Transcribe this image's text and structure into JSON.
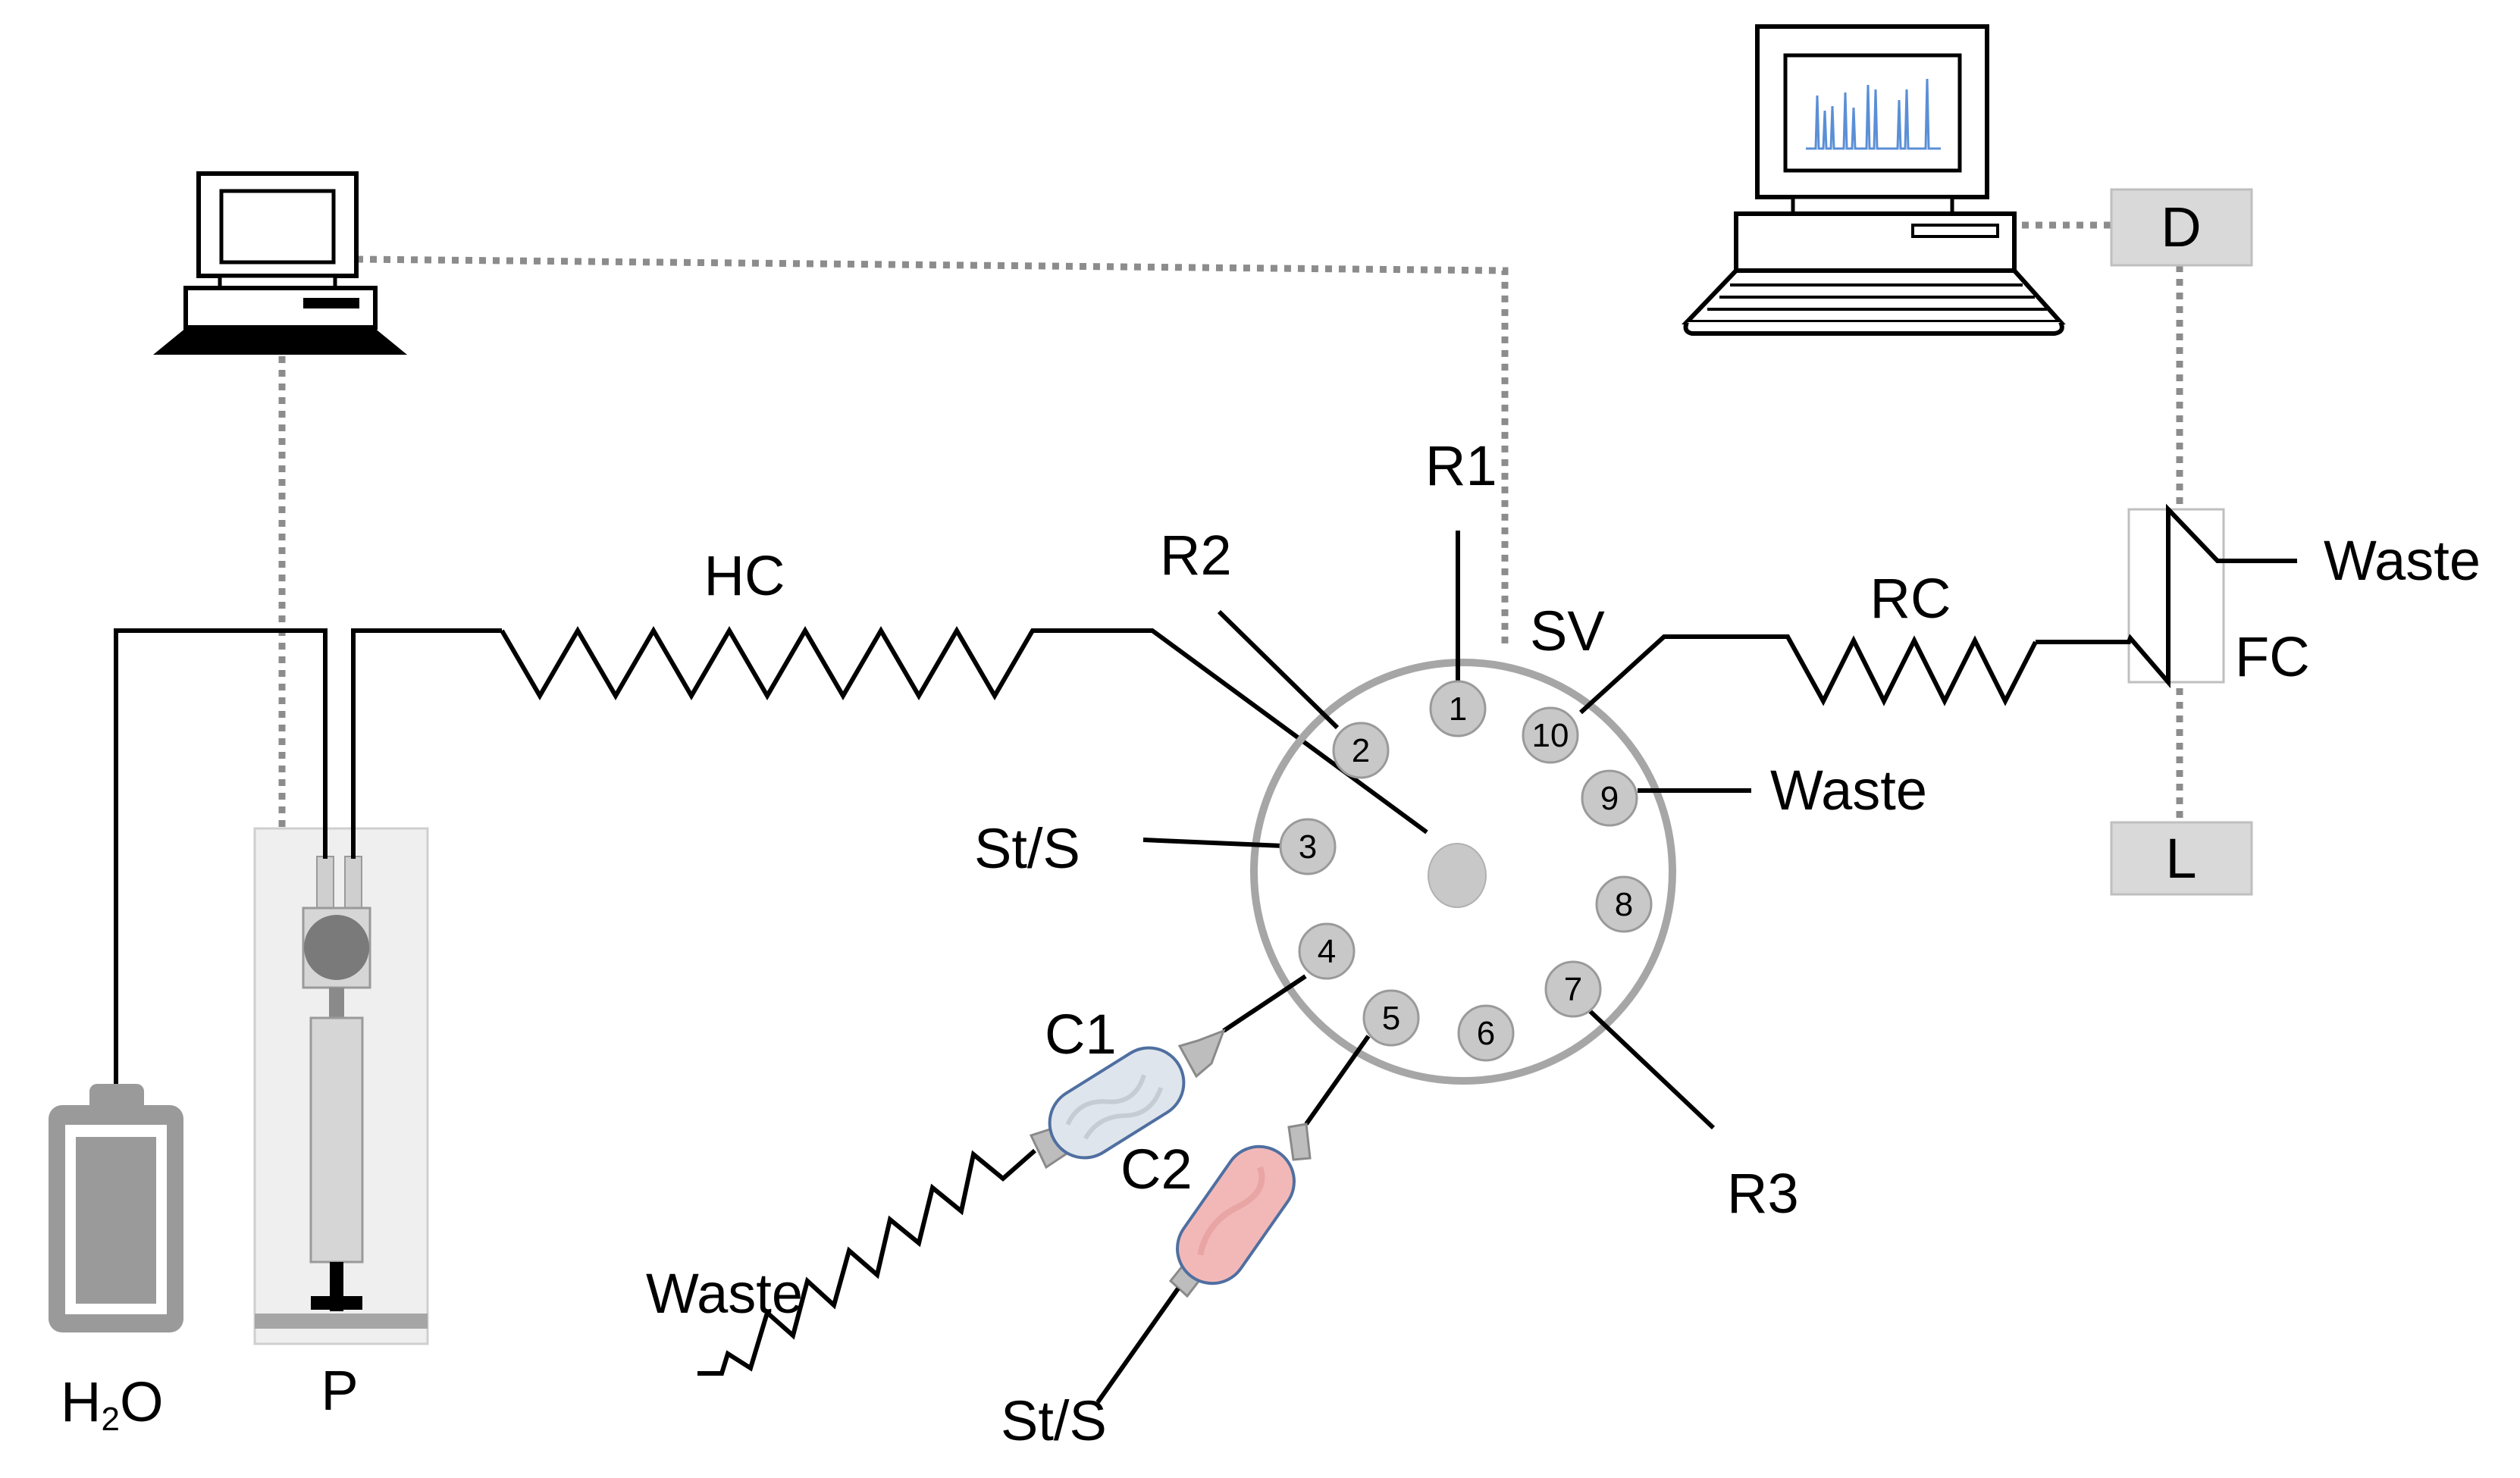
{
  "labels": {
    "water": "H",
    "water_sub": "2",
    "water_o": "O",
    "pump": "P",
    "holding_coil": "HC",
    "selection_valve": "SV",
    "r1": "R1",
    "r2": "R2",
    "r3": "R3",
    "st_s_left": "St/S",
    "st_s_bottom": "St/S",
    "c1": "C1",
    "c2": "C2",
    "waste_port9": "Waste",
    "waste_c1": "Waste",
    "waste_fc": "Waste",
    "reaction_coil": "RC",
    "flow_cell": "FC",
    "detector": "D",
    "light_source": "L"
  },
  "ports": [
    "1",
    "2",
    "3",
    "4",
    "5",
    "6",
    "7",
    "8",
    "9",
    "10"
  ],
  "colors": {
    "line": "#000000",
    "dotted_link": "#8c8c8c",
    "valve_ring": "#a6a6a6",
    "port_fill": "#c8c8c8",
    "box_fill": "#d9d9d9",
    "column1_fill": "#dfe5ec",
    "column2_fill": "#f2b8b8",
    "signal_trace": "#5b8fd6"
  }
}
